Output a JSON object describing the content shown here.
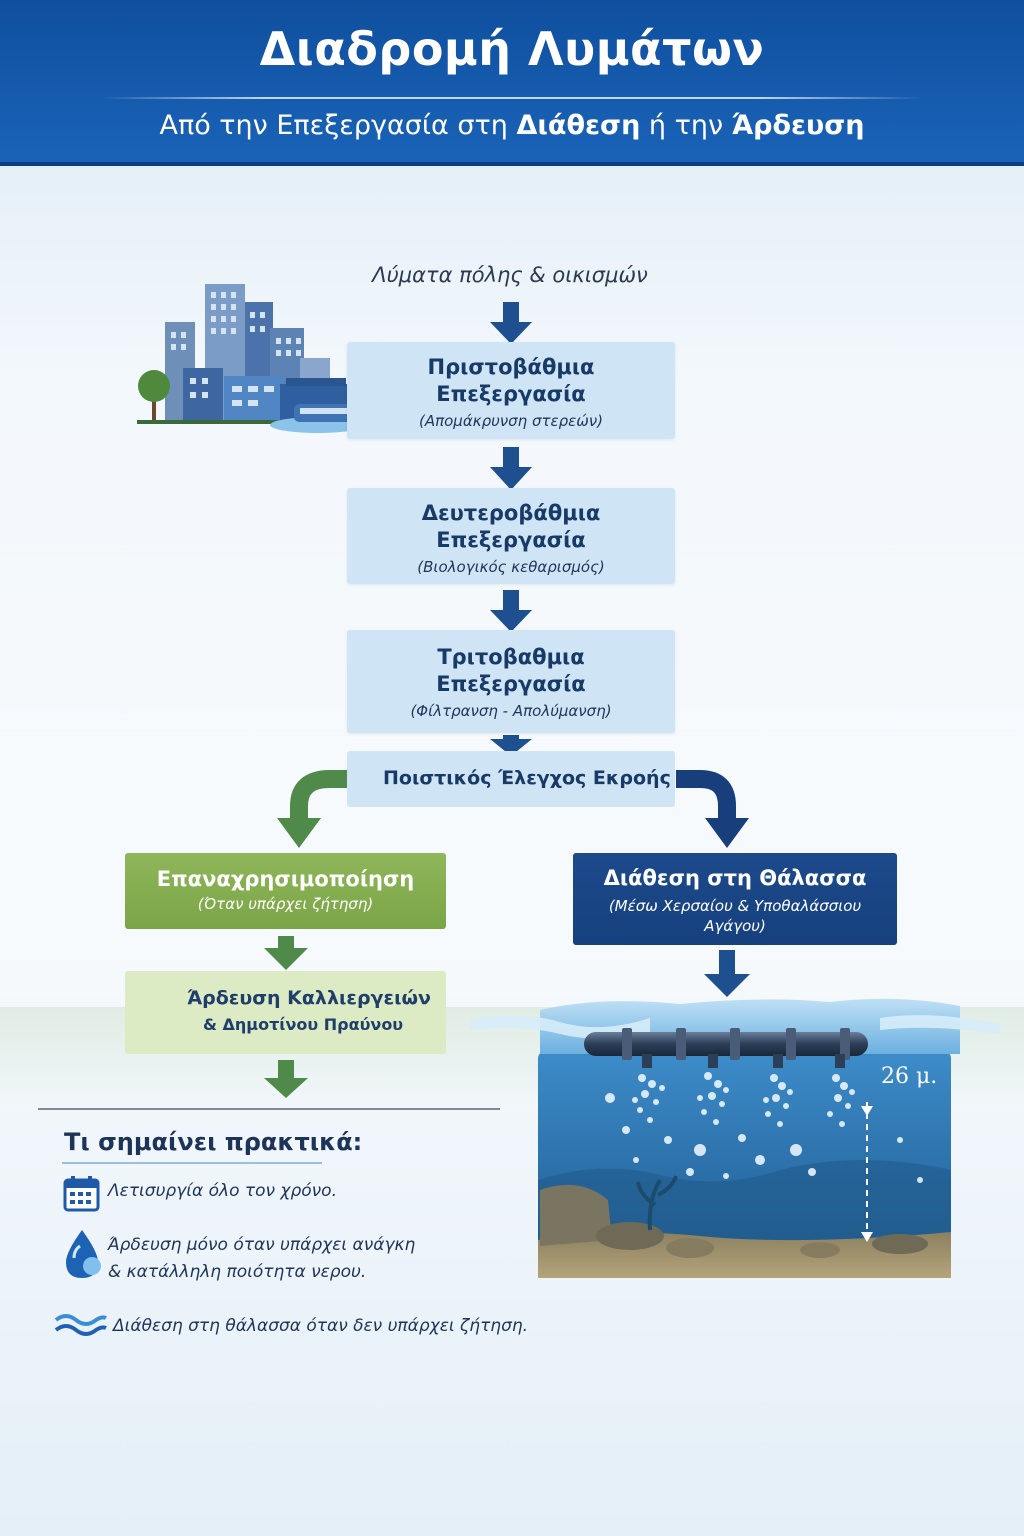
{
  "header": {
    "title": "Διαδρομή Λυμάτων",
    "subtitle_pre": "Από την Επεξεργασία στη ",
    "subtitle_bold1": "Διάθεση",
    "subtitle_mid": " ή την ",
    "subtitle_bold2": "Άρδευση"
  },
  "source": {
    "label": "Λύματα πόλης & οικισμών"
  },
  "steps": [
    {
      "title_line1": "Πριστοβάθμια",
      "title_line2": "Επεξεργασία",
      "sub": "(Απομάκρυνση στερεών)"
    },
    {
      "title_line1": "Δευτεροβάθμια",
      "title_line2": "Επεξεργασία",
      "sub": "(Βιολογικός κεθαρισμός)"
    },
    {
      "title_line1": "Τριτοβαθμια",
      "title_line2": "Επεξεργασία",
      "sub": "(Φίλτρανση - Απολύμανση)"
    }
  ],
  "quality_check": {
    "label": "Ποιστικός Έλεγχος Εκροής"
  },
  "reuse": {
    "title": "Επαναχρησιμοποίηση",
    "sub": "(Όταν υπάρχει ζήτηση)"
  },
  "sea_disposal": {
    "title": "Διάθεση στη Θάλασσα",
    "sub": "(Μέσω Χερσαίου & Υποθαλάσσιου Αγάγου)"
  },
  "irrigation": {
    "title": "Άρδευση Καλλιεργειών",
    "sub": "& Δημοτίνου Πραύνου"
  },
  "depth": {
    "label": "26 μ."
  },
  "practical": {
    "title": "Τι σημαίνει πρακτικά:",
    "items": [
      {
        "line1": "Λετισυργία όλο τον χρόνο.",
        "icon": "calendar-icon"
      },
      {
        "line1": "Άρδευση μόνο όταν υπάρχει ανάγκη",
        "line2": "& κατάλληλη ποιότητα νερου.",
        "icon": "water-drop-icon"
      },
      {
        "line1": "Διάθεση στη θάλασσα όταν δεν υπάρχει ζήτηση.",
        "icon": "waves-icon"
      }
    ]
  },
  "colors": {
    "header_blue": "#1558aa",
    "step_box": "#cfe5f5",
    "arrow_blue": "#1e4f8f",
    "reuse_green": "#82ac4e",
    "arrow_green": "#4f8a4a",
    "sea_navy": "#1a4587"
  }
}
